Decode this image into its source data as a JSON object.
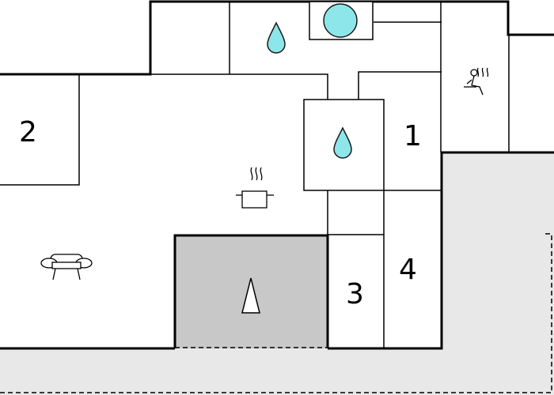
{
  "floor_plan": {
    "colors": {
      "background": "#ffffff",
      "outdoor_area": "#e8e8e8",
      "covered_area": "#c8c8c8",
      "wall": "#000000",
      "water_fill": "#8ce6ea",
      "water_stroke": "#1a1a1a"
    },
    "rooms": [
      {
        "label": "1"
      },
      {
        "label": "2"
      },
      {
        "label": "3"
      },
      {
        "label": "4"
      }
    ],
    "icons": [
      "water-drop-icon",
      "water-drop-icon",
      "washing-machine-icon",
      "sauna-icon",
      "cooking-pot-icon",
      "sofa-icon",
      "north-arrow-icon"
    ]
  }
}
